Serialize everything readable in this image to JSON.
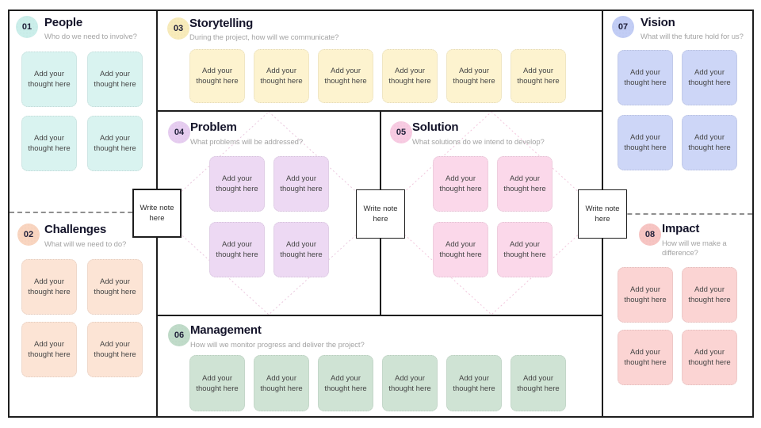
{
  "canvas": {
    "note_text": "Add your thought here",
    "write_note_text": "Write note here",
    "write_note_count": 3,
    "grid_color": "#1e1e1e",
    "divider_dash_color": "#8f8f8f",
    "diamond_guide_colors": {
      "problem": "#eac8de",
      "solution": "#f2c6dc"
    },
    "sections": [
      {
        "number": "01",
        "title": "People",
        "subtitle": "Who do we need to involve?",
        "note_color": "#d9f3f0",
        "badge_color": "#cbeeea",
        "note_count": 4
      },
      {
        "number": "02",
        "title": "Challenges",
        "subtitle": "What will we need to do?",
        "note_color": "#fce4d5",
        "badge_color": "#f9d5c0",
        "note_count": 4
      },
      {
        "number": "03",
        "title": "Storytelling",
        "subtitle": "During the project, how will we communicate?",
        "note_color": "#fdf3cf",
        "badge_color": "#f8ebba",
        "note_count": 6
      },
      {
        "number": "04",
        "title": "Problem",
        "subtitle": "What problems will be addressed?",
        "note_color": "#edd9f3",
        "badge_color": "#e6cdf0",
        "note_count": 4
      },
      {
        "number": "05",
        "title": "Solution",
        "subtitle": "What solutions do we intend to develop?",
        "note_color": "#fbd8ea",
        "badge_color": "#f8cbe2",
        "note_count": 4
      },
      {
        "number": "06",
        "title": "Management",
        "subtitle": "How will we monitor progress and deliver the project?",
        "note_color": "#cfe3d4",
        "badge_color": "#c0dbc9",
        "note_count": 6
      },
      {
        "number": "07",
        "title": "Vision",
        "subtitle": "What will the future hold for us?",
        "note_color": "#cdd6f7",
        "badge_color": "#c2cdf5",
        "note_count": 4
      },
      {
        "number": "08",
        "title": "Impact",
        "subtitle": "How will we make a difference?",
        "note_color": "#fbd4d3",
        "badge_color": "#f7c5c3",
        "note_count": 4
      }
    ]
  }
}
